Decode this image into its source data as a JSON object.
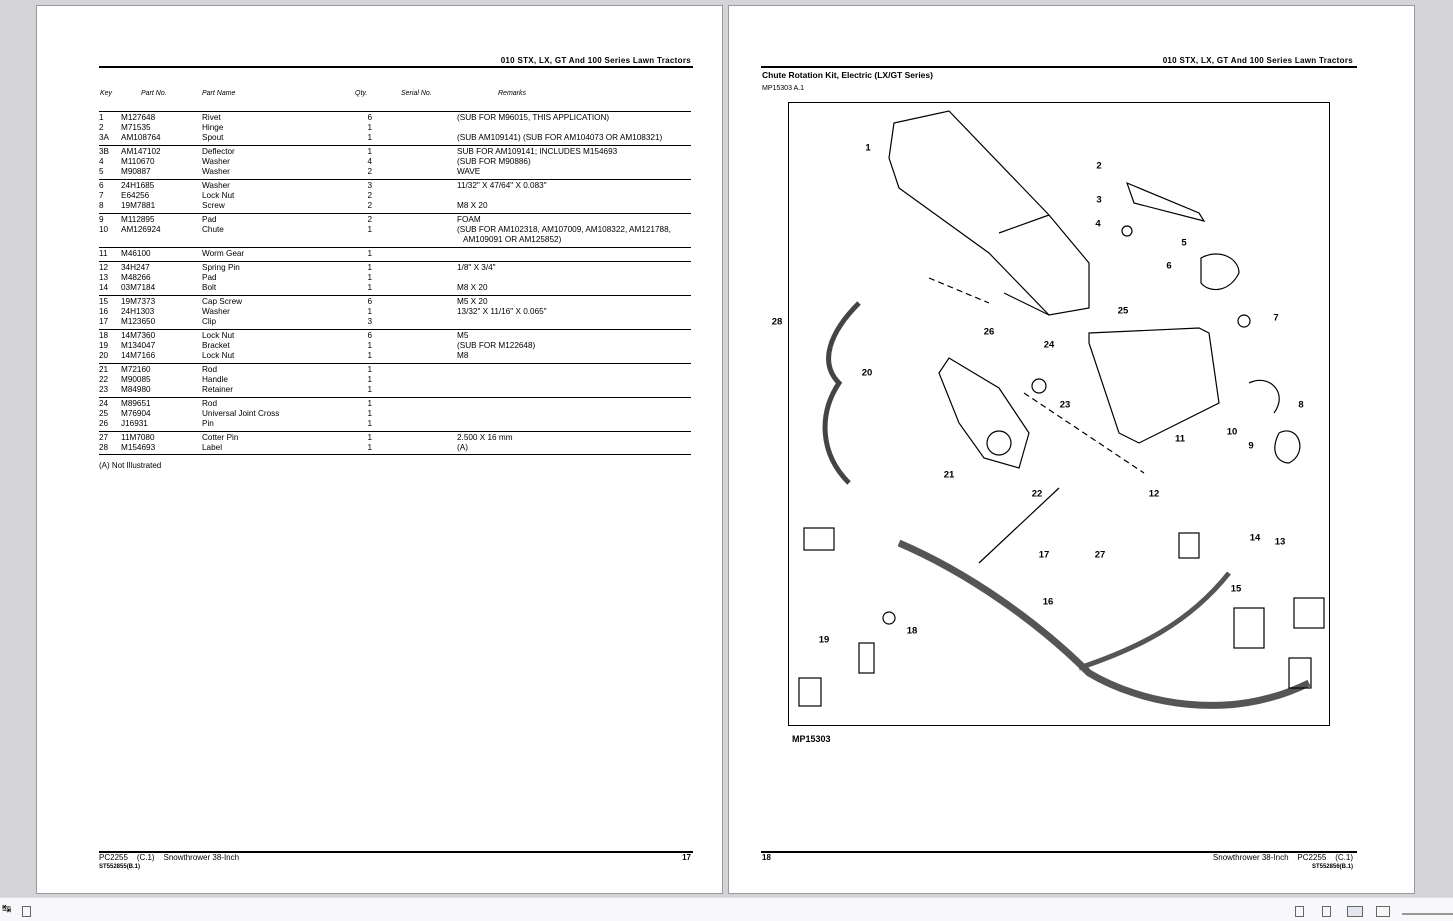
{
  "left_page": {
    "header": "010 STX, LX, GT And 100 Series Lawn Tractors",
    "columns": {
      "key": "Key",
      "part_no": "Part No.",
      "part_name": "Part Name",
      "qty": "Qty.",
      "serial_no": "Serial No.",
      "remarks": "Remarks"
    },
    "rows": [
      {
        "key": "1",
        "part_no": "M127648",
        "name": "Rivet",
        "qty": "6",
        "remarks": "(SUB FOR M96015, THIS APPLICATION)"
      },
      {
        "key": "2",
        "part_no": "M71535",
        "name": "Hinge",
        "qty": "1",
        "remarks": ""
      },
      {
        "key": "3A",
        "part_no": "AM108764",
        "name": "Spout",
        "qty": "1",
        "remarks": "(SUB AM109141) (SUB FOR AM104073 OR AM108321)"
      },
      {
        "key": "3B",
        "part_no": "AM147102",
        "name": "Deflector",
        "qty": "1",
        "remarks": "SUB FOR AM109141; INCLUDES M154693"
      },
      {
        "key": "4",
        "part_no": "M110670",
        "name": "Washer",
        "qty": "4",
        "remarks": "(SUB FOR M90886)"
      },
      {
        "key": "5",
        "part_no": "M90887",
        "name": "Washer",
        "qty": "2",
        "remarks": "WAVE"
      },
      {
        "key": "6",
        "part_no": "24H1685",
        "name": "Washer",
        "qty": "3",
        "remarks": "11/32\" X 47/64\" X 0.083\""
      },
      {
        "key": "7",
        "part_no": "E64256",
        "name": "Lock Nut",
        "qty": "2",
        "remarks": ""
      },
      {
        "key": "8",
        "part_no": "19M7881",
        "name": "Screw",
        "qty": "2",
        "remarks": "M8 X 20"
      },
      {
        "key": "9",
        "part_no": "M112895",
        "name": "Pad",
        "qty": "2",
        "remarks": "FOAM"
      },
      {
        "key": "10",
        "part_no": "AM126924",
        "name": "Chute",
        "qty": "1",
        "remarks": "(SUB FOR AM102318, AM107009, AM108322, AM121788,",
        "remarks2": "AM109091 OR AM125852)"
      },
      {
        "key": "11",
        "part_no": "M46100",
        "name": "Worm Gear",
        "qty": "1",
        "remarks": ""
      },
      {
        "key": "12",
        "part_no": "34H247",
        "name": "Spring Pin",
        "qty": "1",
        "remarks": "1/8\" X 3/4\""
      },
      {
        "key": "13",
        "part_no": "M48266",
        "name": "Pad",
        "qty": "1",
        "remarks": ""
      },
      {
        "key": "14",
        "part_no": "03M7184",
        "name": "Bolt",
        "qty": "1",
        "remarks": "M8 X 20"
      },
      {
        "key": "15",
        "part_no": "19M7373",
        "name": "Cap Screw",
        "qty": "6",
        "remarks": "M5 X 20"
      },
      {
        "key": "16",
        "part_no": "24H1303",
        "name": "Washer",
        "qty": "1",
        "remarks": "13/32\" X 11/16\" X 0.065\""
      },
      {
        "key": "17",
        "part_no": "M123650",
        "name": "Clip",
        "qty": "3",
        "remarks": ""
      },
      {
        "key": "18",
        "part_no": "14M7360",
        "name": "Lock Nut",
        "qty": "6",
        "remarks": "M5"
      },
      {
        "key": "19",
        "part_no": "M134047",
        "name": "Bracket",
        "qty": "1",
        "remarks": "(SUB FOR M122648)"
      },
      {
        "key": "20",
        "part_no": "14M7166",
        "name": "Lock Nut",
        "qty": "1",
        "remarks": "M8"
      },
      {
        "key": "21",
        "part_no": "M72160",
        "name": "Rod",
        "qty": "1",
        "remarks": ""
      },
      {
        "key": "22",
        "part_no": "M90085",
        "name": "Handle",
        "qty": "1",
        "remarks": ""
      },
      {
        "key": "23",
        "part_no": "M84980",
        "name": "Retainer",
        "qty": "1",
        "remarks": ""
      },
      {
        "key": "24",
        "part_no": "M89651",
        "name": "Rod",
        "qty": "1",
        "remarks": ""
      },
      {
        "key": "25",
        "part_no": "M76904",
        "name": "Universal Joint Cross",
        "qty": "1",
        "remarks": ""
      },
      {
        "key": "26",
        "part_no": "J16931",
        "name": "Pin",
        "qty": "1",
        "remarks": ""
      },
      {
        "key": "27",
        "part_no": "11M7080",
        "name": "Cotter Pin",
        "qty": "1",
        "remarks": "2.500 X 16 mm"
      },
      {
        "key": "28",
        "part_no": "M154693",
        "name": "Label",
        "qty": "1",
        "remarks": "(A)"
      }
    ],
    "footnote": "(A) Not Illustrated",
    "footer": {
      "doc": "PC2255",
      "rev": "(C.1)",
      "title": "Snowthrower 38-Inch",
      "page": "17",
      "code": "ST552855(B.1)"
    }
  },
  "right_page": {
    "header": "010 STX, LX, GT And 100 Series Lawn Tractors",
    "section_title": "Chute Rotation Kit, Electric (LX/GT Series)",
    "figure_ref": "MP15303 A.1",
    "figure_caption": "MP15303",
    "callouts": [
      "1",
      "2",
      "3",
      "4",
      "5",
      "6",
      "7",
      "8",
      "9",
      "10",
      "11",
      "12",
      "13",
      "14",
      "15",
      "16",
      "17",
      "18",
      "19",
      "20",
      "21",
      "22",
      "23",
      "24",
      "25",
      "26",
      "27",
      "28"
    ],
    "footer": {
      "page": "18",
      "title": "Snowthrower 38-Inch",
      "doc": "PC2255",
      "rev": "(C.1)",
      "code": "ST552856(B.1)"
    }
  }
}
